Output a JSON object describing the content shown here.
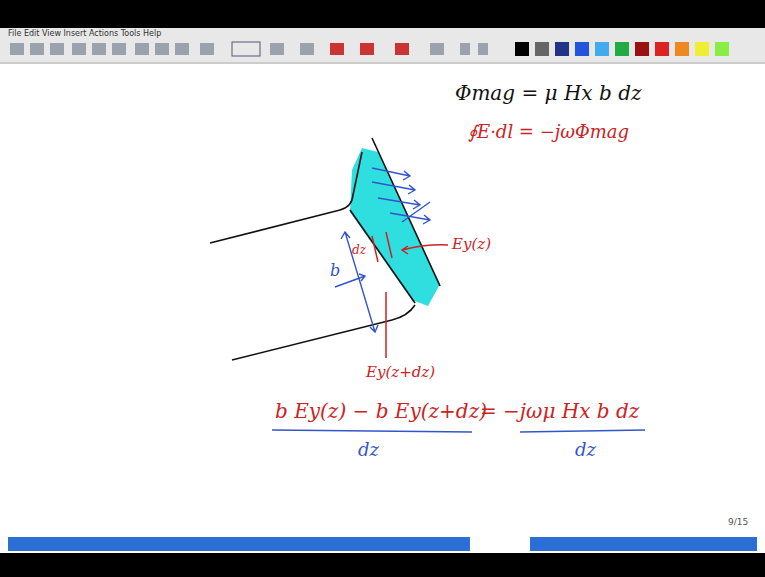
{
  "diagram": {
    "labels": [
      "File Edit View Insert Actions Tools Help",
      "Φmag = μ Hx b dz",
      "∮E·dl = −jωΦmag",
      "Ey(z)",
      "dz",
      "b",
      "Ey(z+dz)",
      "b Ey(z) − b Ey(z+dz)",
      "dz",
      "= −jωμ Hx b dz",
      "dz",
      "9/15"
    ]
  }
}
